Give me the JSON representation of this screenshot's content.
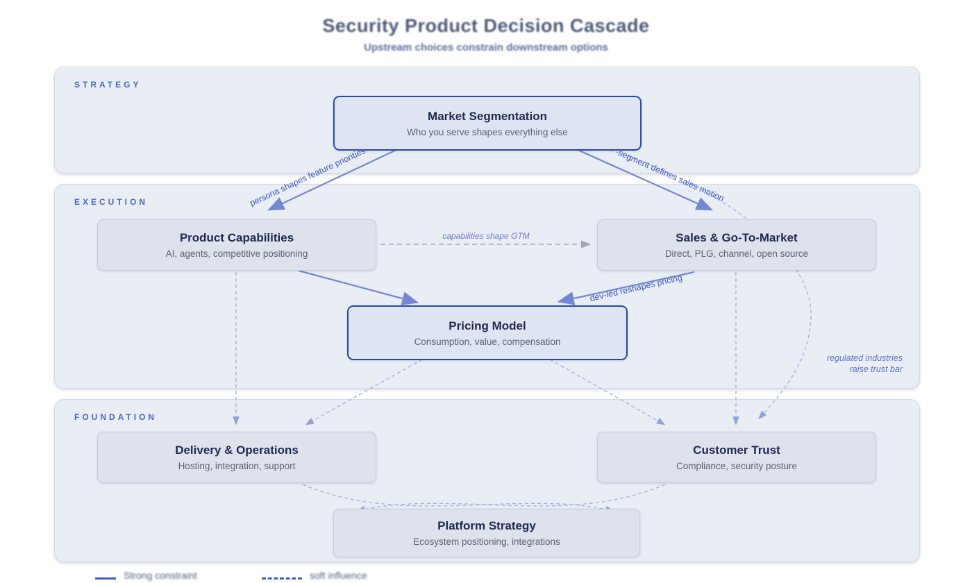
{
  "header": {
    "title": "Security Product Decision Cascade",
    "subtitle": "Upstream choices constrain downstream options"
  },
  "sections": {
    "strategy": {
      "label": "STRATEGY"
    },
    "execution": {
      "label": "EXECUTION"
    },
    "foundation": {
      "label": "FOUNDATION"
    }
  },
  "nodes": {
    "market_segmentation": {
      "title": "Market Segmentation",
      "subtitle": "Who you serve shapes everything else",
      "emphasized": true
    },
    "product_capabilities": {
      "title": "Product Capabilities",
      "subtitle": "AI, agents, competitive positioning",
      "emphasized": false
    },
    "sales_gtm": {
      "title": "Sales & Go-To-Market",
      "subtitle": "Direct, PLG, channel, open source",
      "emphasized": false
    },
    "pricing_model": {
      "title": "Pricing Model",
      "subtitle": "Consumption, value, compensation",
      "emphasized": true
    },
    "delivery_operations": {
      "title": "Delivery & Operations",
      "subtitle": "Hosting, integration, support",
      "emphasized": false
    },
    "customer_trust": {
      "title": "Customer Trust",
      "subtitle": "Compliance, security posture",
      "emphasized": false
    },
    "platform_strategy": {
      "title": "Platform Strategy",
      "subtitle": "Ecosystem positioning, integrations",
      "emphasized": false
    }
  },
  "edge_labels": {
    "persona": "persona shapes feature priorities",
    "segment": "segment defines sales motion",
    "capabilities": "capabilities shape GTM",
    "devled": "dev-led reshapes pricing",
    "regulated_line1": "regulated industries",
    "regulated_line2": "raise trust bar"
  },
  "legend": {
    "solid_label": "Strong constraint",
    "dashed_label": "soft influence"
  },
  "colors": {
    "section_bg": "#e9edf4",
    "section_label": "#4a66c9",
    "node_bg": "#dde2ed",
    "node_primary_border": "#2b4aa5",
    "node_title": "#1f2b4d",
    "solid_edge": "#7288d2",
    "dashed_edge": "#a6b1e2",
    "gray_dashed_edge": "#a0a8b6",
    "edge_label": "#3e57d0",
    "legend_line": "#3d5bd3"
  }
}
